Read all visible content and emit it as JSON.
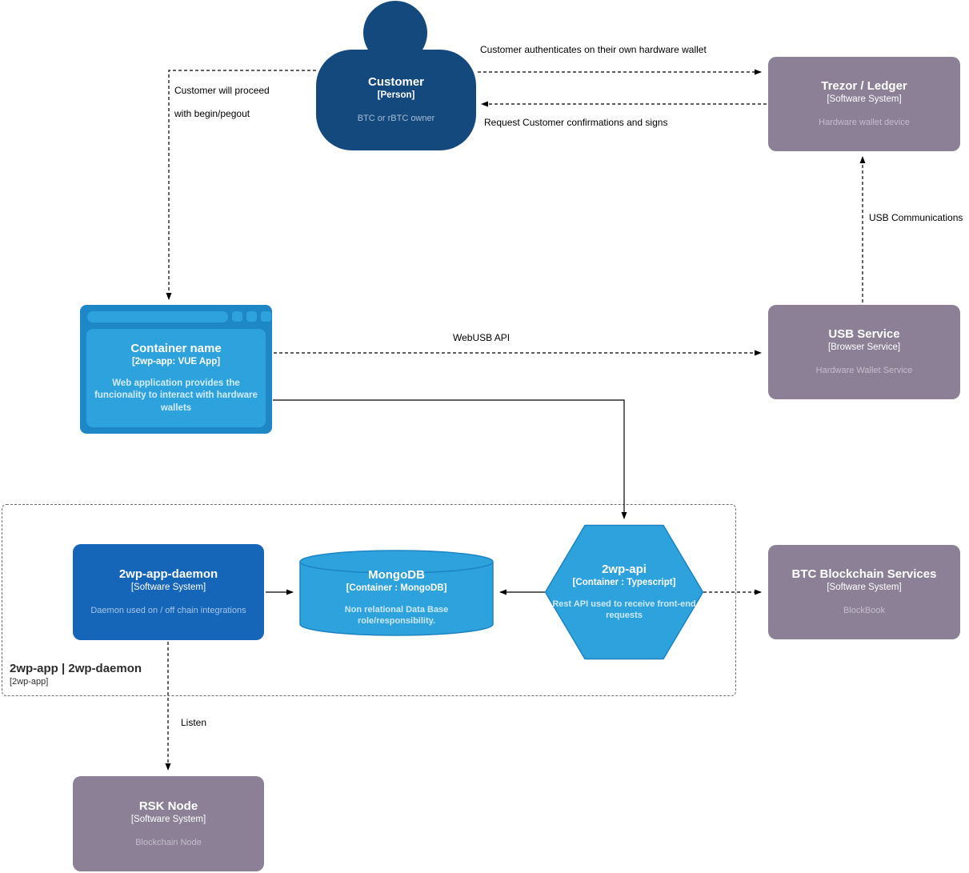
{
  "nodes": {
    "customer": {
      "title": "Customer",
      "type": "[Person]",
      "description": "BTC or rBTC owner"
    },
    "trezor": {
      "title": "Trezor / Ledger",
      "type": "[Software System]",
      "description": "Hardware wallet device"
    },
    "webapp": {
      "title": "Container name",
      "type": "[2wp-app: VUE App]",
      "description": "Web application provides the funcionality to interact with hardware wallets"
    },
    "usb_service": {
      "title": "USB Service",
      "type": "[Browser Service]",
      "description": "Hardware Wallet Service"
    },
    "daemon": {
      "title": "2wp-app-daemon",
      "type": "[Software System]",
      "description": "Daemon used on / off chain integrations"
    },
    "mongodb": {
      "title": "MongoDB",
      "type": "[Container : MongoDB]",
      "description": "Non relational Data Base role/responsibility."
    },
    "api": {
      "title": "2wp-api",
      "type": "[Container : Typescript]",
      "description": "Rest API used to receive front-end requests"
    },
    "btc": {
      "title": "BTC Blockchain Services",
      "type": "[Software System]",
      "description": "BlockBook"
    },
    "rsk": {
      "title": "RSK Node",
      "type": "[Software System]",
      "description": "Blockchain Node"
    }
  },
  "boundary": {
    "title": "2wp-app | 2wp-daemon",
    "type": "[2wp-app]"
  },
  "edges": {
    "auth": "Customer authenticates on their own hardware wallet",
    "confirm": "Request Customer confirmations and signs",
    "proceed_line1": "Customer will proceed",
    "proceed_line2": "with begin/pegout",
    "webusb": "WebUSB API",
    "usb_comm": "USB Communications",
    "listen": "Listen"
  },
  "colors": {
    "person": "#14497e",
    "software_system_gray": "#8b8096",
    "container_blue": "#2ea2dd",
    "browser_frame_blue": "#1e88c6",
    "daemon_blue": "#1565b8",
    "shape_stroke": "#1c84c2"
  }
}
